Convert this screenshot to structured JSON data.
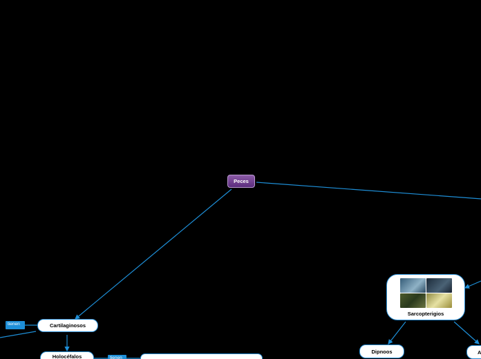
{
  "nodes": {
    "root": "Peces",
    "cartilaginosos": "Cartilaginosos",
    "holocefalos": "Holocéfalos",
    "sarcopterigios": "Sarcopterigios",
    "dipnoos": "Dipnoos",
    "partial_right": "A"
  },
  "link_labels": {
    "cartilaginosos_tienen": "tienen",
    "holocefalos_tienen": "tienen"
  },
  "icons": {
    "sarcopterigios_image": "fish-photos-collage"
  },
  "colors": {
    "background": "#000000",
    "connector": "#1e8fd8",
    "root_fill": "#6a3a8c",
    "node_border": "#2a8fd6"
  }
}
